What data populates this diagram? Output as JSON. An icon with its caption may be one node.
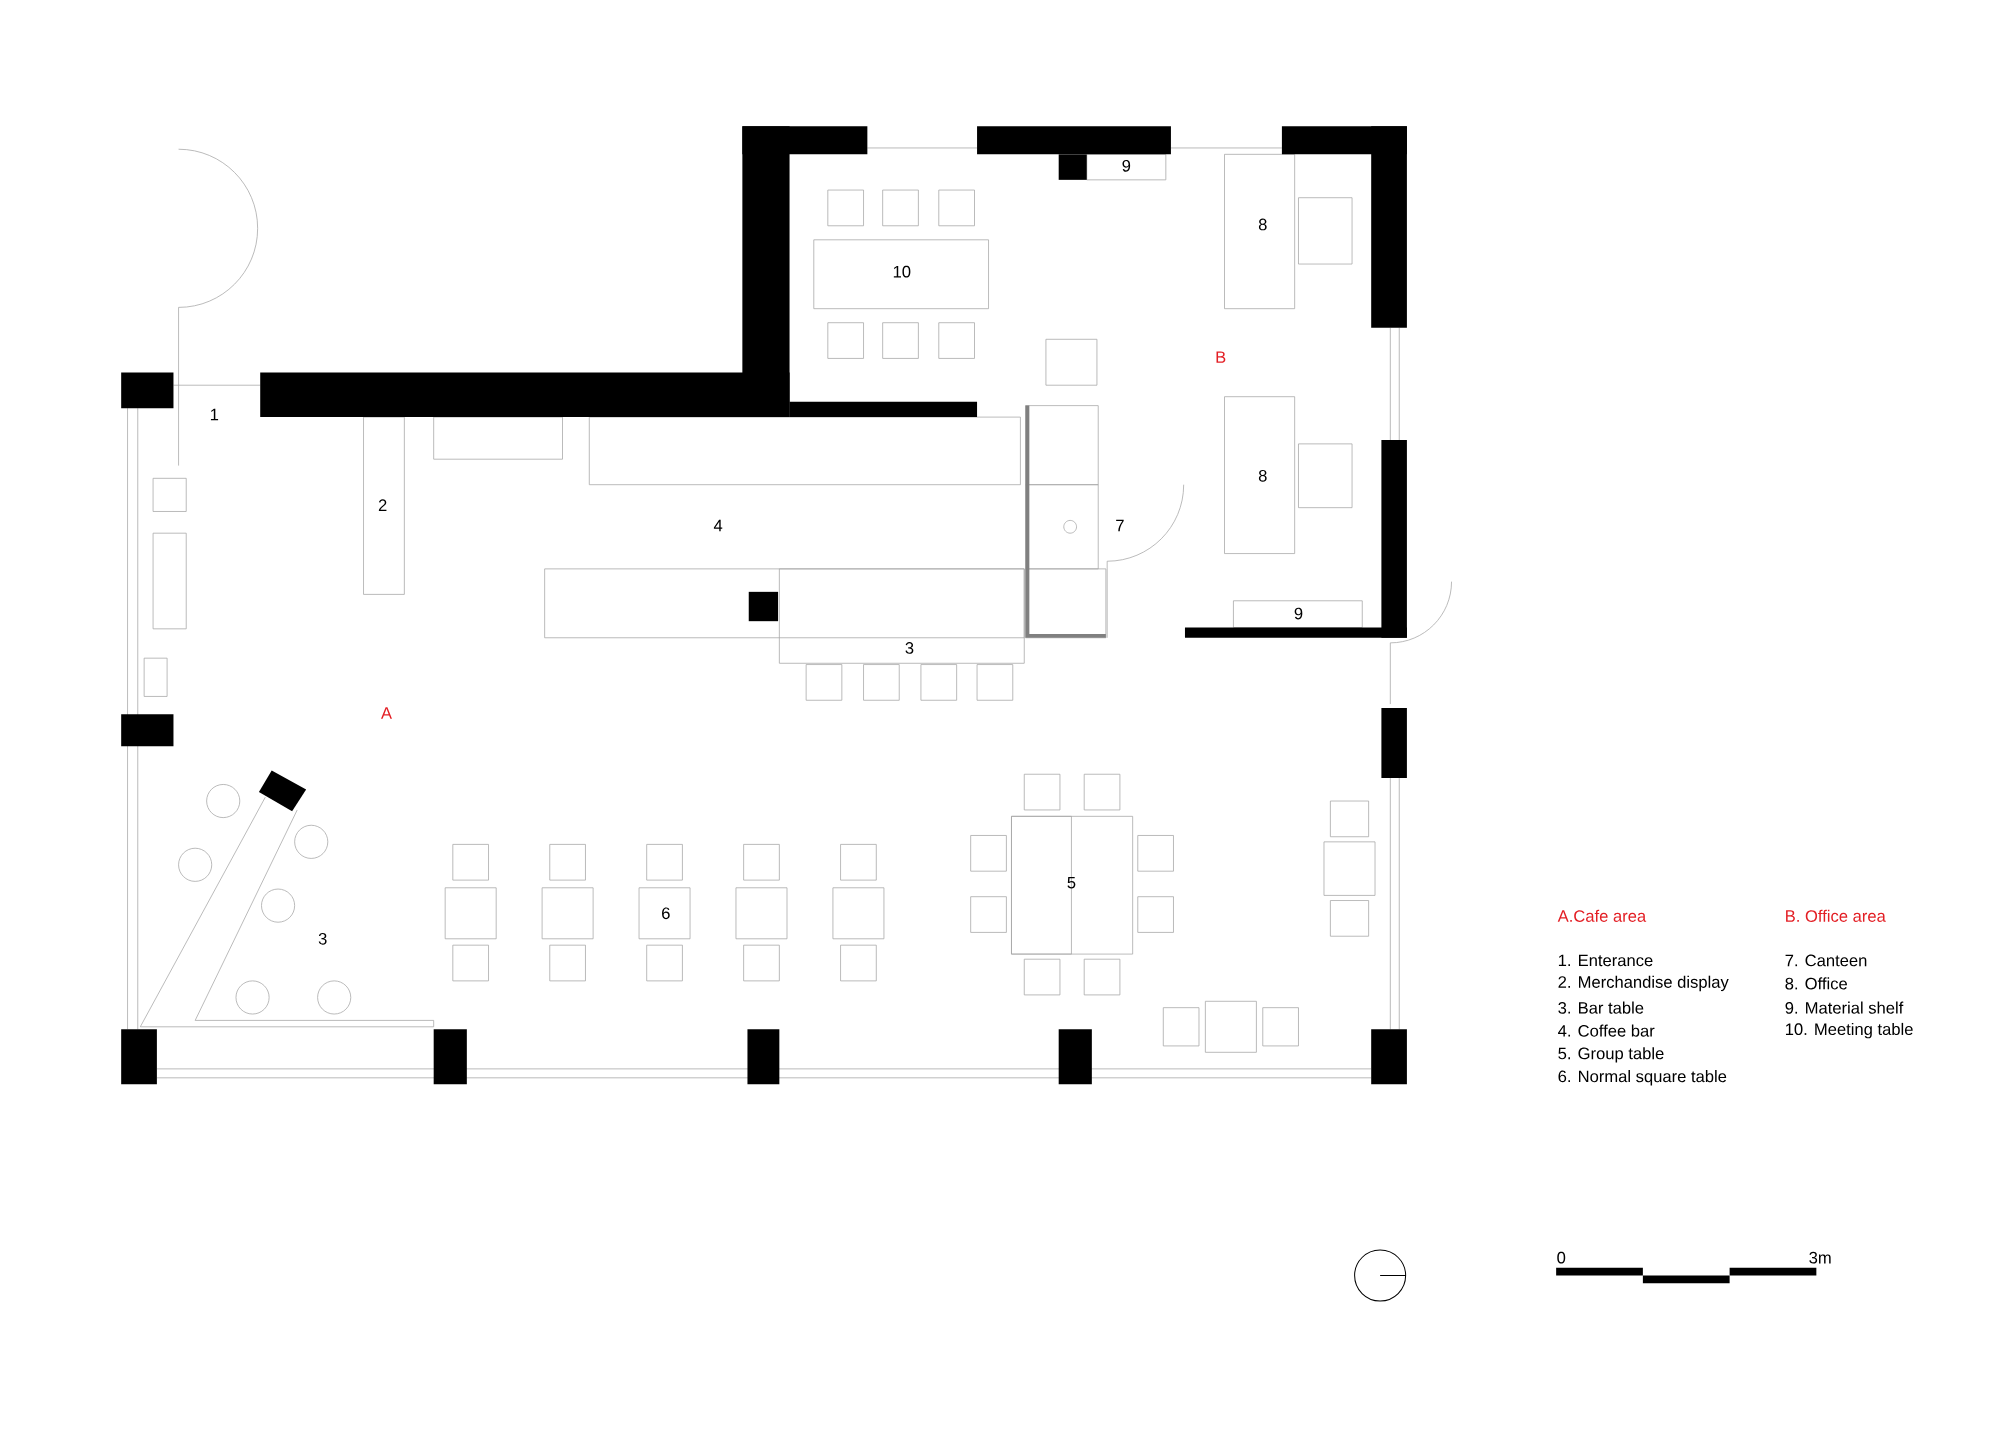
{
  "diagram": {
    "labels": [
      "9",
      "8",
      "10",
      "B",
      "1",
      "8",
      "2",
      "4",
      "7",
      "9",
      "3",
      "A",
      "5",
      "6",
      "3",
      "A.Cafe area",
      "1. Enterance",
      "2. Merchandise display",
      "3. Bar table",
      "4. Coffee bar",
      "5. Group table",
      "6. Normal square table",
      "B. Office area",
      "7. Canteen",
      "8. Office",
      "9. Material shelf",
      "10. Meeting table",
      "0",
      "3m"
    ]
  }
}
